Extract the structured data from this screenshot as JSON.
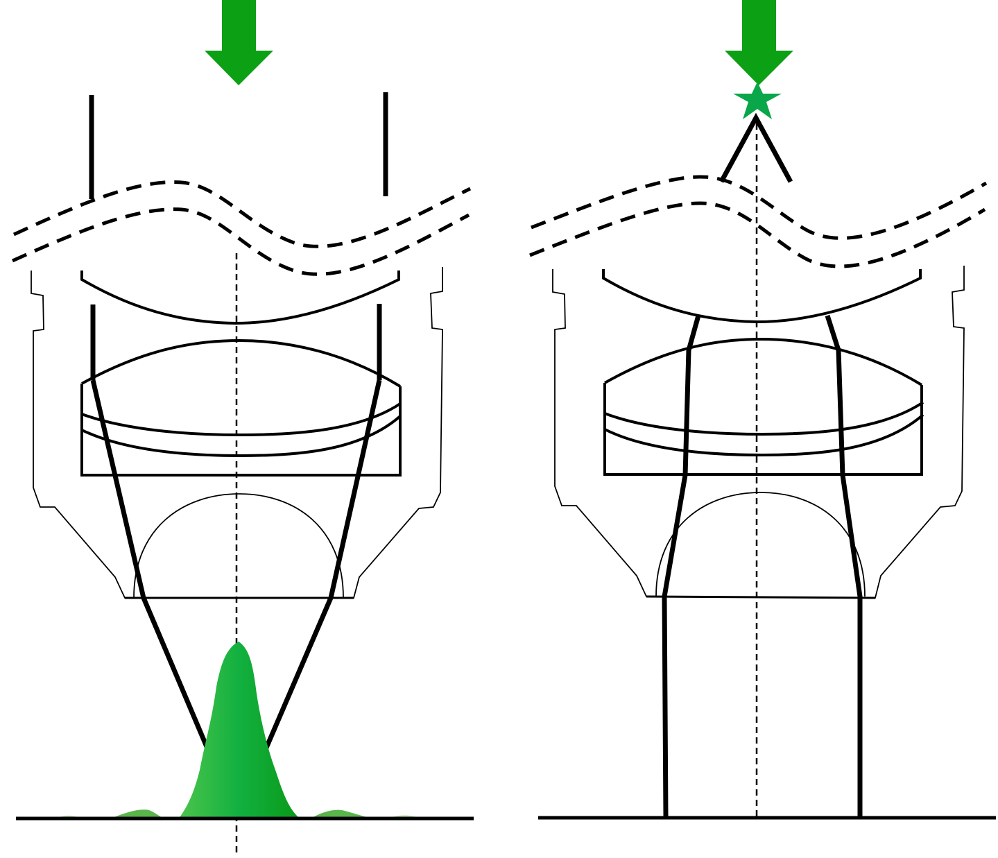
{
  "diagram": {
    "panels": [
      {
        "id": "left",
        "description_mode": "focused-beam"
      },
      {
        "id": "right",
        "description_mode": "collimated-beam-with-point-source"
      }
    ],
    "colors": {
      "stroke": "#000000",
      "arrow": "#0ca014",
      "star": "#0aa64a",
      "psf_light": "#3cc04a",
      "psf_dark": "#0b9a1a",
      "psf_side": "#5ab54a"
    },
    "icons": [
      "down-arrow-icon",
      "star-icon"
    ]
  }
}
